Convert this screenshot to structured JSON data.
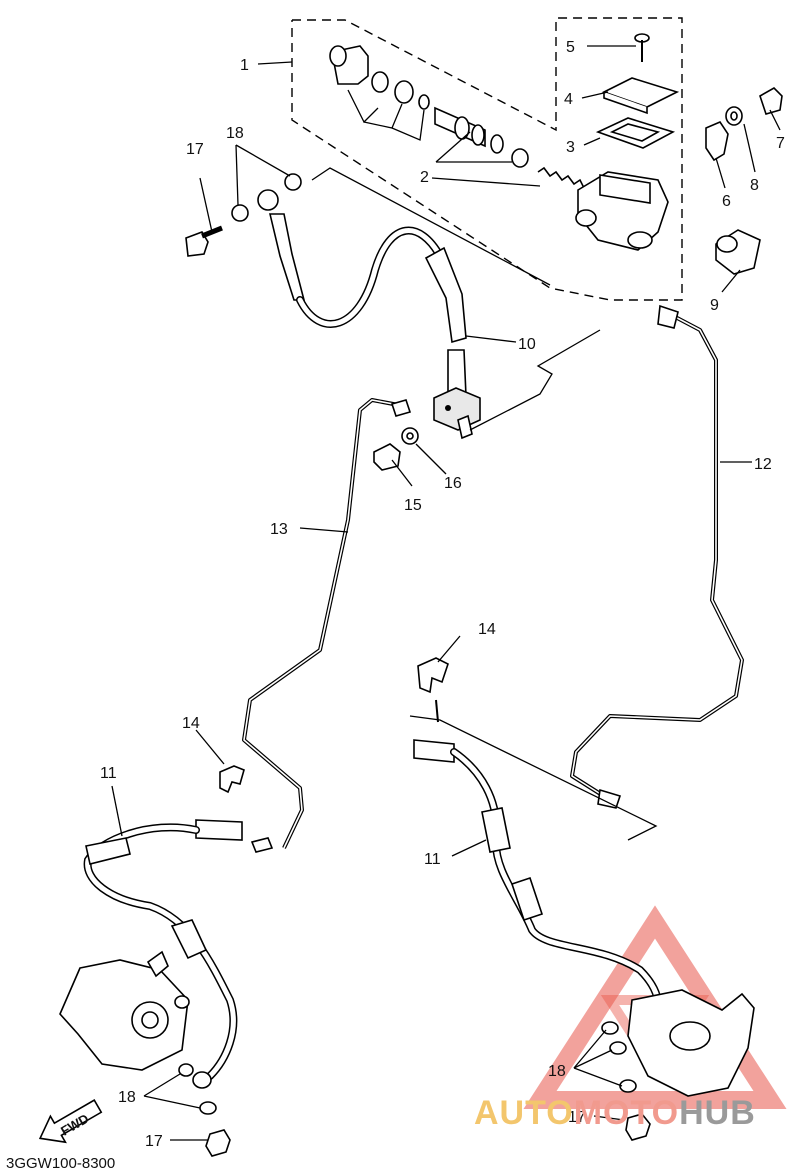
{
  "diagram": {
    "code": "3GGW100-8300",
    "fwd_label": "FWD",
    "labels": {
      "p1": "1",
      "p2": "2",
      "p3": "3",
      "p4": "4",
      "p5": "5",
      "p6": "6",
      "p7": "7",
      "p8": "8",
      "p9": "9",
      "p10": "10",
      "p11a": "11",
      "p11b": "11",
      "p12": "12",
      "p13": "13",
      "p14a": "14",
      "p14b": "14",
      "p15": "15",
      "p16": "16",
      "p17a": "17",
      "p17b": "17",
      "p17c": "17",
      "p18a": "18",
      "p18b": "18",
      "p18c": "18"
    }
  },
  "watermark": {
    "part1": "AUTO",
    "part2": "MOTO",
    "part3": "HUB",
    "colors": {
      "auto": "#f3c66d",
      "moto": "#f19a8e",
      "hub": "#9a9a9a",
      "triangle": "#e8564a"
    }
  }
}
